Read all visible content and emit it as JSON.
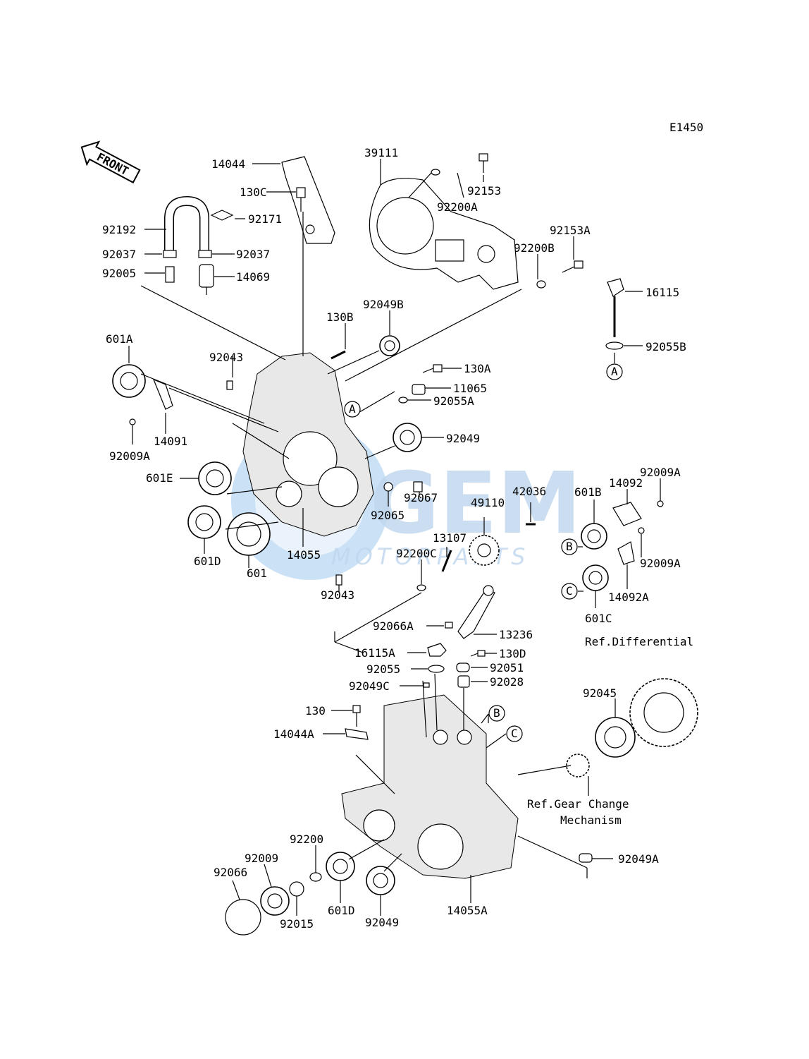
{
  "diagram_code": "E1450",
  "front_label": "FRONT",
  "watermark": {
    "brand": "GEM",
    "sub": "MOTORPARTS"
  },
  "labels": {
    "p14044": "14044",
    "p130C": "130C",
    "p92192": "92192",
    "p92171": "92171",
    "p92037a": "92037",
    "p92037b": "92037",
    "p92005": "92005",
    "p14069": "14069",
    "p39111": "39111",
    "p92153": "92153",
    "p92200A": "92200A",
    "p92153A": "92153A",
    "p92200B": "92200B",
    "p16115": "16115",
    "p92055B": "92055B",
    "pA1": "A",
    "p130B": "130B",
    "p92049B": "92049B",
    "p601A": "601A",
    "p92043a": "92043",
    "p130A": "130A",
    "p11065": "11065",
    "p92055A": "92055A",
    "pA2": "A",
    "p14091": "14091",
    "p92009A": "92009A",
    "p92049": "92049",
    "p601E": "601E",
    "p92067": "92067",
    "p92065": "92065",
    "p601D": "601D",
    "p601": "601",
    "p14055": "14055",
    "p92043b": "92043",
    "p49110": "49110",
    "p42036": "42036",
    "p13107": "13107",
    "p92200C": "92200C",
    "p601B": "601B",
    "p14092": "14092",
    "p92009A2": "92009A",
    "p92009A3": "92009A",
    "pB1": "B",
    "pC1": "C",
    "p14092A": "14092A",
    "p601C": "601C",
    "p92066A": "92066A",
    "p13236": "13236",
    "p130D": "130D",
    "p16115A": "16115A",
    "p92055": "92055",
    "p92051": "92051",
    "p92049C": "92049C",
    "p92028": "92028",
    "p130": "130",
    "p14044A": "14044A",
    "pB2": "B",
    "pC2": "C",
    "p92045": "92045",
    "p92200": "92200",
    "p92009": "92009",
    "p92066": "92066",
    "p92015": "92015",
    "p601D2": "601D",
    "p92049b": "92049",
    "p14055A": "14055A",
    "p92049A": "92049A"
  },
  "refs": {
    "differential": "Ref.Differential",
    "gear_change_1": "Ref.Gear Change",
    "gear_change_2": "Mechanism"
  }
}
